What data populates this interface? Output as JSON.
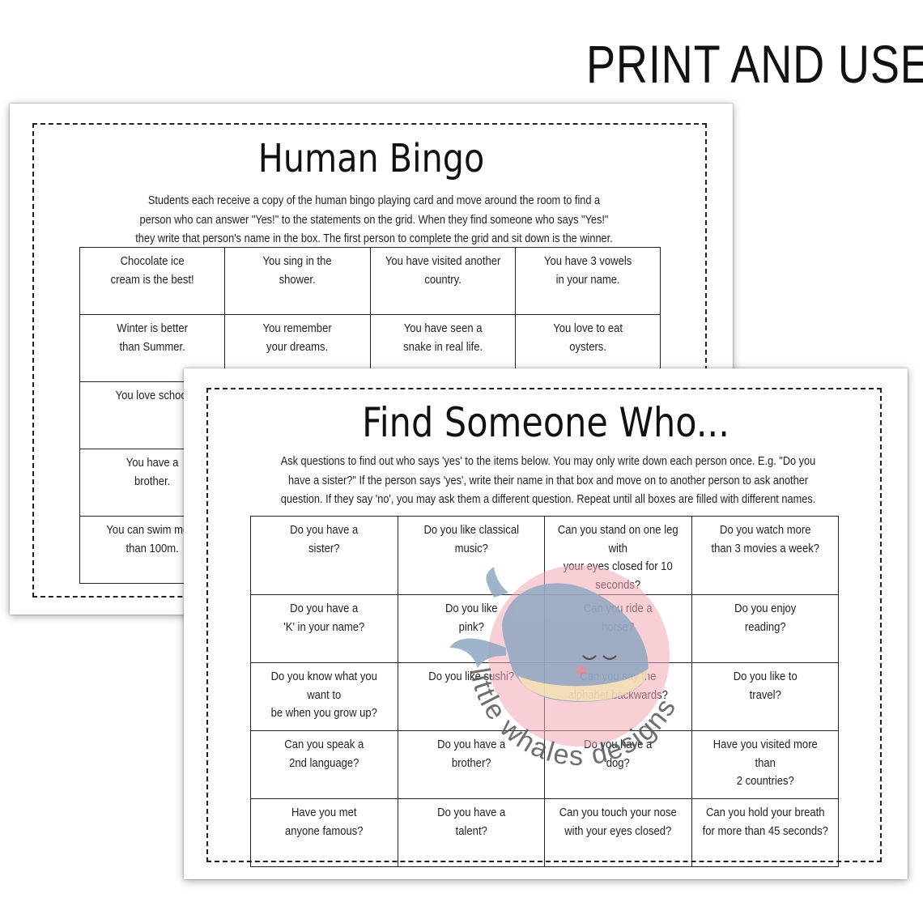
{
  "header": {
    "label": "PRINT AND USE"
  },
  "back_sheet": {
    "title": "Human Bingo",
    "description": "Students each receive a copy of the human bingo playing card and move around the room to find a person who can answer \"Yes!\" to the statements on the grid. When they find someone who says \"Yes!\" they write that person's name in the box. The first person to complete the grid and sit down is the winner.",
    "cells": [
      [
        "Chocolate ice\ncream is the best!",
        "You sing in the\nshower.",
        "You have visited another\ncountry.",
        "You have 3 vowels\nin your name."
      ],
      [
        "Winter is better\nthan Summer.",
        "You remember\nyour dreams.",
        "You have seen a\nsnake in real life.",
        "You love to eat\noysters."
      ],
      [
        "You love school",
        "",
        "",
        ""
      ],
      [
        "You have a\nbrother.",
        "",
        "",
        ""
      ],
      [
        "You can swim more\nthan 100m.",
        "",
        "",
        ""
      ]
    ]
  },
  "front_sheet": {
    "title": "Find Someone Who...",
    "description": "Ask questions to find out who says 'yes' to the items below. You may only write down each person once. E.g. \"Do you have a sister?\" If the person says 'yes', write their name in that box and move on to another person to ask another question. If they say 'no', you may ask them a different question. Repeat until all boxes are filled with different names.",
    "cells": [
      [
        "Do you have a\nsister?",
        "Do you like classical\nmusic?",
        "Can you stand on one leg with\nyour eyes closed for 10\nseconds?",
        "Do you watch more\nthan 3 movies a week?"
      ],
      [
        "Do you have a\n'K' in your name?",
        "Do you like\npink?",
        "Can you ride a\nhorse?",
        "Do you enjoy\nreading?"
      ],
      [
        "Do you know what you want to\nbe when you grow up?",
        "Do you like sushi?",
        "Can you say the\nalphabet backwards?",
        "Do you like to\ntravel?"
      ],
      [
        "Can you speak a\n2nd language?",
        "Do you have a\nbrother?",
        "Do you have a\ndog?",
        "Have you visited more than\n2 countries?"
      ],
      [
        "Have you met\nanyone famous?",
        "Do you have a\ntalent?",
        "Can you touch your nose\nwith your eyes closed?",
        "Can you hold your breath\nfor more than 45 seconds?"
      ]
    ]
  },
  "watermark": {
    "text": "little whales designs",
    "circle_color": "#f4a7b4",
    "whale_color": "#8fa8c2"
  }
}
